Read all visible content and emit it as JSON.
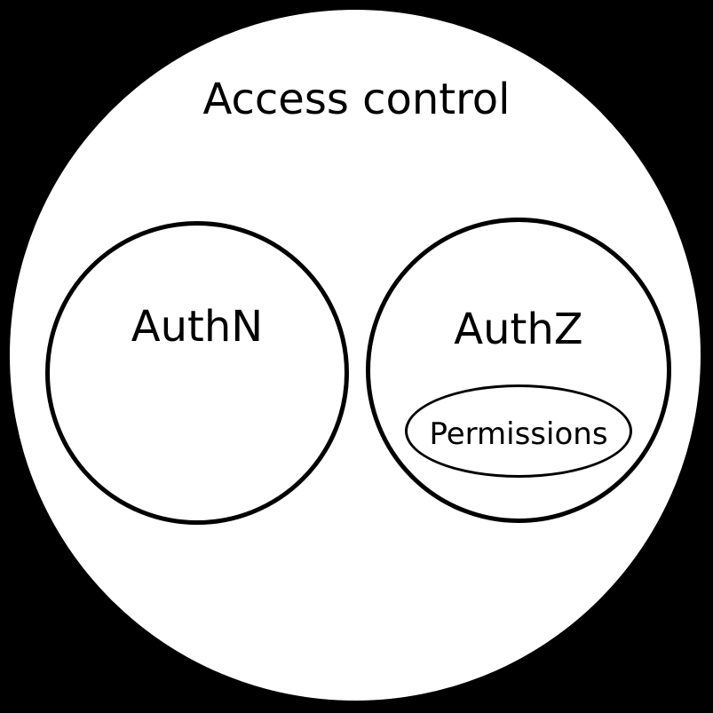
{
  "diagram": {
    "type": "euler-venn",
    "title": "Access control",
    "colors": {
      "background": "#000000",
      "set_fill": "#ffffff",
      "stroke": "#000000",
      "text": "#000000"
    },
    "sets": [
      {
        "label": "AuthN",
        "contains": []
      },
      {
        "label": "AuthZ",
        "contains": [
          {
            "label": "Permissions"
          }
        ]
      }
    ]
  }
}
